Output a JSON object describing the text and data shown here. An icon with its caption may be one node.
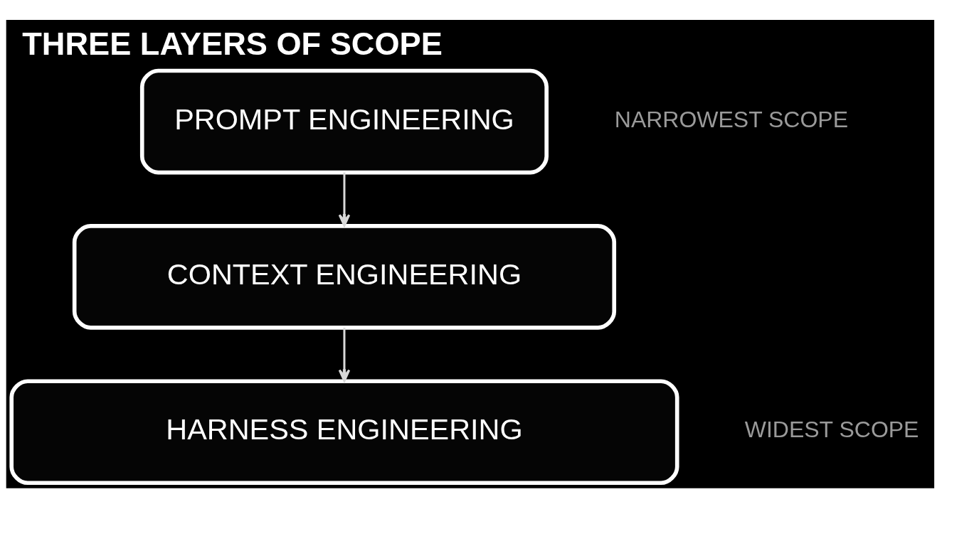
{
  "diagram": {
    "title": "THREE LAYERS OF SCOPE",
    "nodes": [
      {
        "text": [
          "PROMPT ENGINEERING"
        ],
        "beside": [
          "NARROWEST SCOPE"
        ]
      },
      {
        "text": [
          "CONTEXT ENGINEERING"
        ]
      },
      {
        "text": [
          "HARNESS ENGINEERING"
        ],
        "beside": [
          "WIDEST SCOPE"
        ]
      }
    ],
    "edges": [
      {
        "from": 0,
        "to": 1,
        "arrow": "to"
      },
      {
        "from": 1,
        "to": 2,
        "arrow": "to"
      }
    ]
  }
}
